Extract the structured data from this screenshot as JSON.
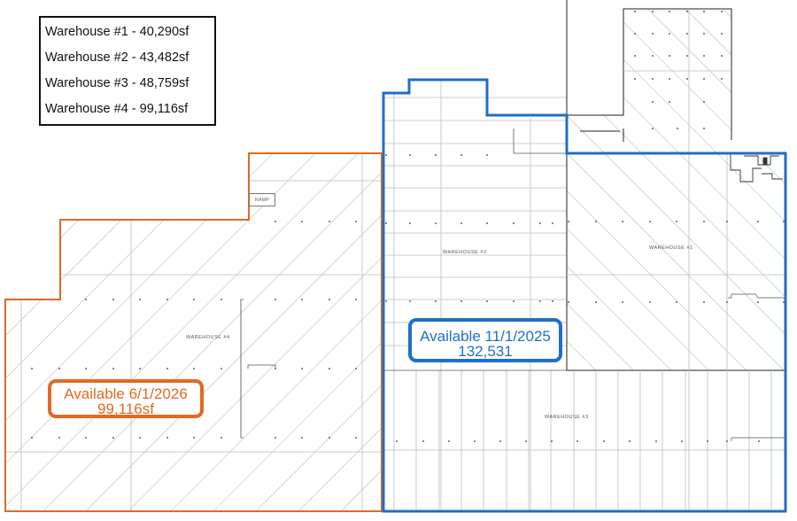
{
  "legend": {
    "items": [
      {
        "label": "Warehouse #1 - 40,290sf"
      },
      {
        "label": "Warehouse #2 - 43,482sf"
      },
      {
        "label": "Warehouse #3 - 48,759sf"
      },
      {
        "label": "Warehouse #4 - 99,116sf"
      }
    ]
  },
  "callouts": {
    "blue": {
      "line1": "Available 11/1/2025",
      "line2": "132,531",
      "color": "#1f6fc5"
    },
    "orange": {
      "line1": "Available 6/1/2026",
      "line2": "99,116sf",
      "color": "#e06a24"
    }
  },
  "plan_labels": {
    "warehouse1": "WAREHOUSE #1",
    "warehouse2": "WAREHOUSE #2",
    "warehouse3": "WAREHOUSE #3",
    "warehouse4": "WAREHOUSE #4",
    "ramp": "RAMP"
  },
  "colors": {
    "blue_outline": "#1f6fc5",
    "orange_outline": "#e06a24",
    "grid": "#bdbdbd",
    "hatch": "#9a9a9a"
  }
}
